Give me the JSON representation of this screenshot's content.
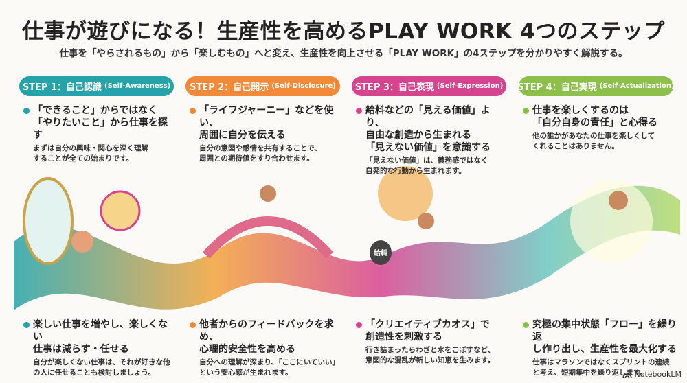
{
  "title": "仕事が遊びになる！生産性を高めるPLAY WORK 4つのステップ",
  "subtitle": "仕事を「やらされるもの」から「楽しむもの」へと変え、生産性を向上させる「PLAY WORK」の4ステップを分かりやすく解説する。",
  "steps": [
    {
      "label": "STEP 1：自己認識",
      "en": "(Self-Awareness)",
      "color": "#26a3a8",
      "top": {
        "head": "「できること」からではなく\n「やりたいこと」から仕事を探す",
        "desc": "まずは自分の興味・関心を深く理解\nすることが全ての始まりです。"
      },
      "bottom": {
        "head": "楽しい仕事を増やし、楽しくない\n仕事は減らす・任せる",
        "desc": "自分が楽しくない仕事は、それが好きな他\nの人に任せることも検討しましょう。"
      }
    },
    {
      "label": "STEP 2：自己開示",
      "en": "(Self-Disclosure)",
      "color": "#f28a3a",
      "top": {
        "head": "「ライフジャーニー」などを使い、\n周囲に自分を伝える",
        "desc": "自分の意図や感情を共有することで、\n周囲との期待値をすり合わせます。"
      },
      "bottom": {
        "head": "他者からのフィードバックを求め、\n心理的安全性を高める",
        "desc": "自分への理解が深まり、「ここにいていい」\nという安心感が生まれます。"
      }
    },
    {
      "label": "STEP 3：自己表現",
      "en": "(Self-Expression)",
      "color": "#d6438f",
      "top": {
        "head": "給料などの「見える価値」より、\n自由な創造から生まれる\n「見えない価値」を意識する",
        "desc": "「見えない価値」は、義務感ではなく\n自発的な行動から生まれます。"
      },
      "bottom": {
        "head": "「クリエイティブカオス」で\n創造性を刺激する",
        "desc": "行き詰まったらわざと水をこぼすなど、\n意図的な混乱が新しい知恵を生みます。"
      }
    },
    {
      "label": "STEP 4：自己実現",
      "en": "(Self-Actualization)",
      "color": "#8cc04a",
      "top": {
        "head": "仕事を楽しくするのは\n「自分自身の責任」と心得る",
        "desc": "他の誰かがあなたの仕事を楽しくして\nくれることはありません。"
      },
      "bottom": {
        "head": "究極の集中状態「フロー」を繰り返\nし作り出し、生産性を最大化する",
        "desc": "仕事はマラソンではなくスプリントの連続\nと考え、短期集中を繰り返します。"
      }
    }
  ],
  "illustration": {
    "money_bag_label": "給料"
  },
  "branding": "NotebookLM"
}
